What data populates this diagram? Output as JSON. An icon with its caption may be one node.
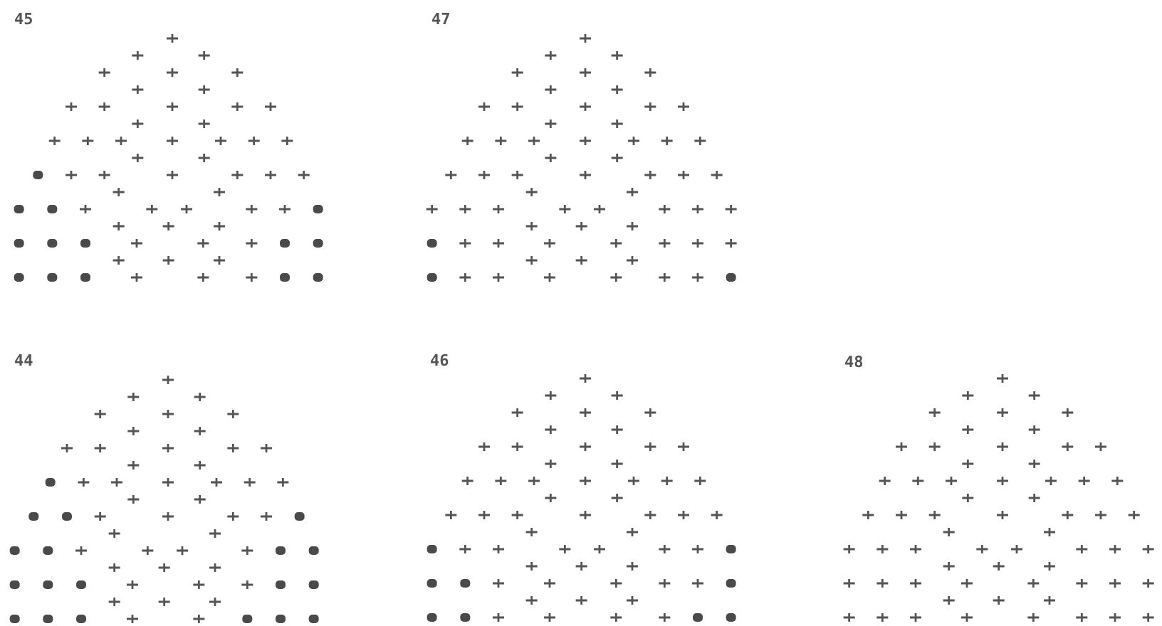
{
  "diagram": {
    "labels": [
      "45",
      "47",
      "44",
      "46",
      "48"
    ]
  }
}
